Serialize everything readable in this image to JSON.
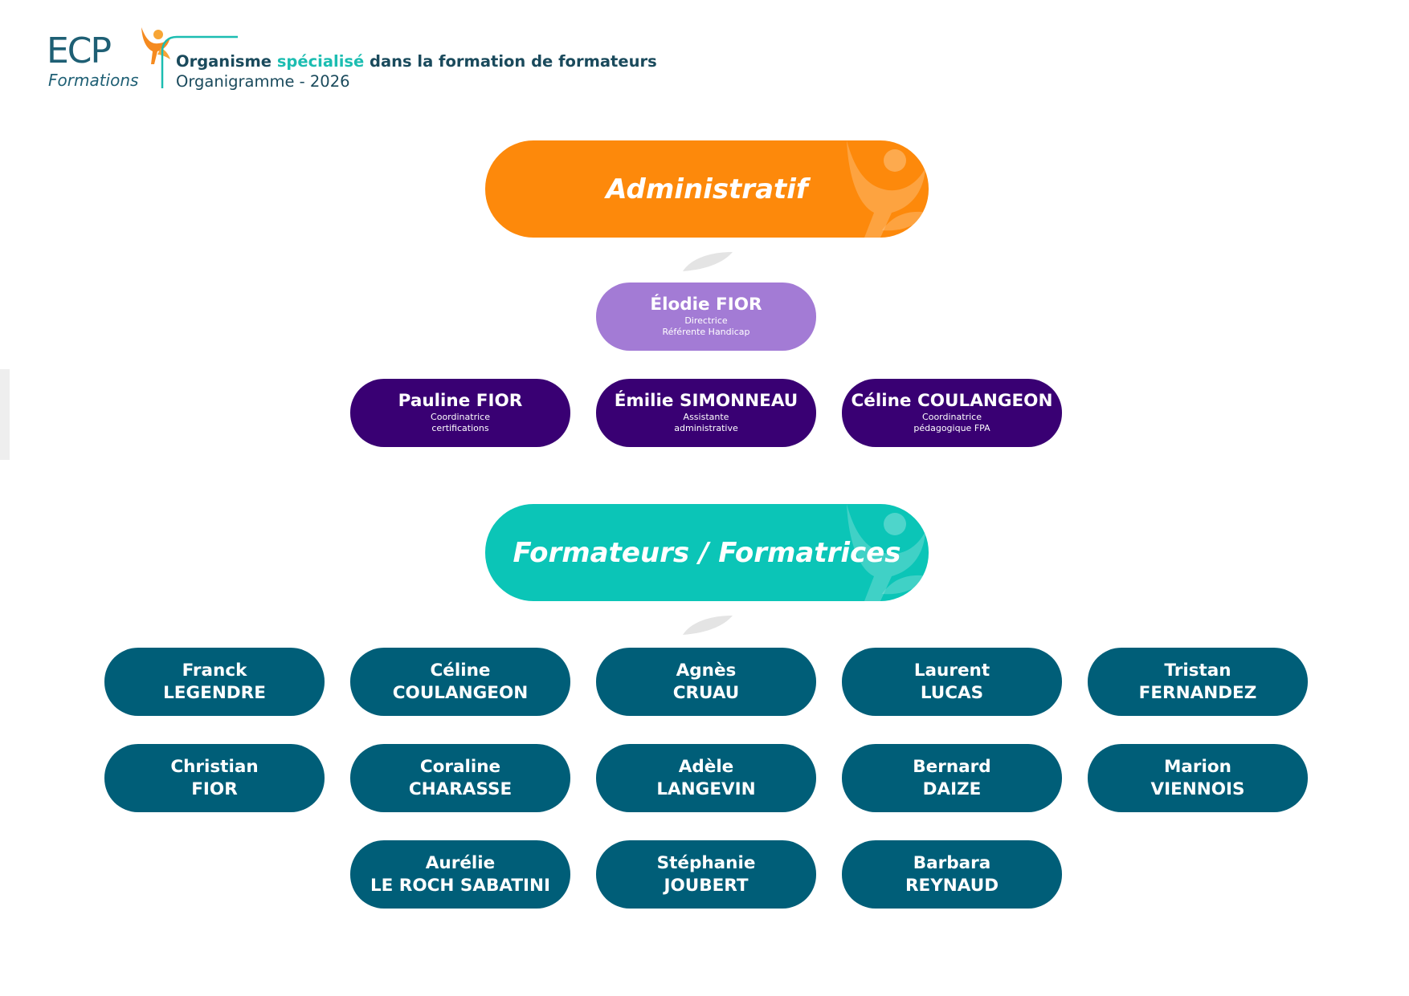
{
  "header": {
    "logo_main": "ECP",
    "logo_sub": "Formations",
    "tagline_part1": "Organisme ",
    "tagline_accent": "spécialisé",
    "tagline_part2": " dans la formation de formateurs",
    "subtitle": "Organigramme - 2026"
  },
  "colors": {
    "admin_section": "#fd890b",
    "trainers_section": "#0bc5b7",
    "director_card": "#a37bd5",
    "staff_card": "#390073",
    "trainer_card": "#005e78",
    "brand_text": "#1a4a5c",
    "brand_accent": "#1cbdb1"
  },
  "sections": {
    "admin": "Administratif",
    "trainers": "Formateurs / Formatrices"
  },
  "director": {
    "name": "Élodie FIOR",
    "role_line1": "Directrice",
    "role_line2": "Référente Handicap"
  },
  "staff": [
    {
      "name": "Pauline FIOR",
      "role_line1": "Coordinatrice",
      "role_line2": "certifications"
    },
    {
      "name": "Émilie SIMONNEAU",
      "role_line1": "Assistante",
      "role_line2": "administrative"
    },
    {
      "name": "Céline COULANGEON",
      "role_line1": "Coordinatrice",
      "role_line2": "pédagogique FPA"
    }
  ],
  "trainers": [
    {
      "first": "Franck",
      "last": "LEGENDRE"
    },
    {
      "first": "Céline",
      "last": "COULANGEON"
    },
    {
      "first": "Agnès",
      "last": "CRUAU"
    },
    {
      "first": "Laurent",
      "last": "LUCAS"
    },
    {
      "first": "Tristan",
      "last": "FERNANDEZ"
    },
    {
      "first": "Christian",
      "last": "FIOR"
    },
    {
      "first": "Coraline",
      "last": "CHARASSE"
    },
    {
      "first": "Adèle",
      "last": "LANGEVIN"
    },
    {
      "first": "Bernard",
      "last": "DAIZE"
    },
    {
      "first": "Marion",
      "last": "VIENNOIS"
    },
    {
      "first": "Aurélie",
      "last": "LE ROCH SABATINI"
    },
    {
      "first": "Stéphanie",
      "last": "JOUBERT"
    },
    {
      "first": "Barbara",
      "last": "REYNAUD"
    }
  ]
}
